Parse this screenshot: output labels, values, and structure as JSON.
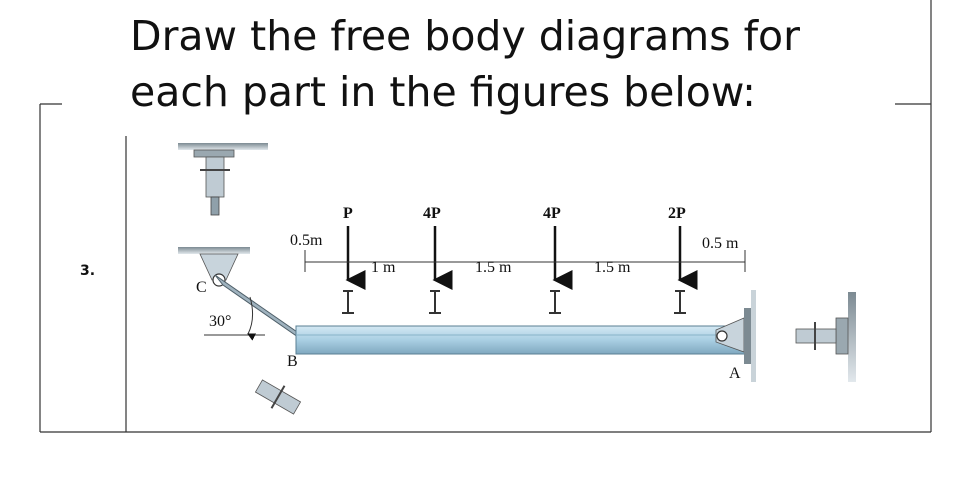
{
  "heading": {
    "line1": "Draw the free body diagrams for",
    "line2": "each part in the figures below:"
  },
  "problem_number": "3.",
  "figure": {
    "loads": [
      "P",
      "4P",
      "4P",
      "2P"
    ],
    "dimensions": [
      "0.5m",
      "1 m",
      "1.5 m",
      "1.5 m",
      "0.5 m"
    ],
    "angle": "30°",
    "points": {
      "A": "A",
      "B": "B",
      "C": "C"
    }
  },
  "colors": {
    "beam": "#a9cfe3",
    "beam_edge": "#5a7f93",
    "strut": "#9fb2be",
    "support": "#c8d4dc"
  }
}
